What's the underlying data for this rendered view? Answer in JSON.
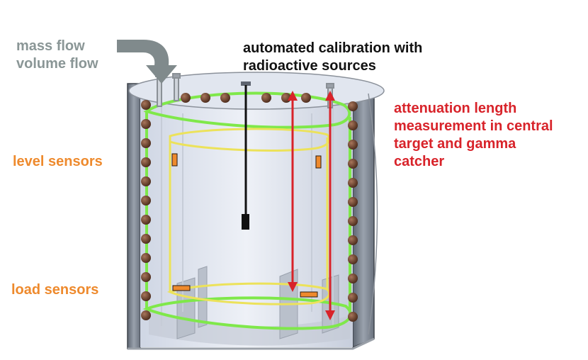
{
  "labels": {
    "flow": [
      "mass flow",
      "volume flow"
    ],
    "calibration": [
      "automated calibration with",
      "radioactive sources"
    ],
    "attenuation": [
      "attenuation length",
      "measurement in central",
      "target and gamma",
      "catcher"
    ],
    "level_sensors": "level sensors",
    "load_sensors": "load sensors"
  },
  "colors": {
    "flow_text": "#8a9696",
    "calibration_text": "#111111",
    "attenuation_text": "#d8232a",
    "sensor_text": "#ee8a2d",
    "outer_vessel_outline": "#7fe84a",
    "inner_vessel_outline": "#ece25a",
    "arrow": "#d8232a",
    "sensor_marker": "#ee8a2d",
    "pmt": "#5a3422"
  },
  "icons": {
    "flow_arrow": "curved-arrow-icon",
    "measurement_arrow": "double-headed-arrow-icon",
    "calibration_source": "radioactive-source-icon"
  }
}
